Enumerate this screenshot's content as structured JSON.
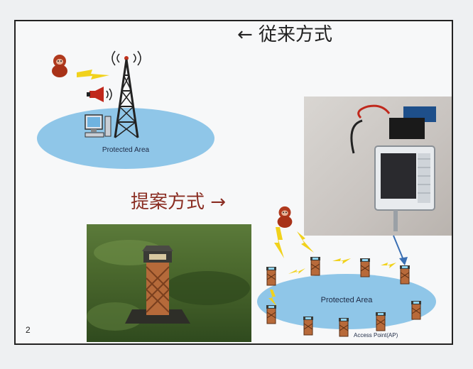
{
  "slide": {
    "conventional_heading": "← 従来方式",
    "proposed_heading": "提案方式 →",
    "conventional_area_label": "Protected Area",
    "proposed_area_label": "Protected Area",
    "access_point_label": "Access Point(AP)",
    "slide_number": "2"
  },
  "colors": {
    "conventional_heading": "#222222",
    "proposed_heading": "#8a2d22",
    "area_fill": "#8fc6e8",
    "lightning": "#f1d21c",
    "arrow": "#3a6fb3"
  },
  "icons": {
    "monkey": "monkey-icon",
    "tower": "radio-tower-icon",
    "speaker": "siren-speaker-icon",
    "computer": "computer-icon",
    "sensor": "sensor-node-icon",
    "lightning": "lightning-bolt-icon"
  }
}
